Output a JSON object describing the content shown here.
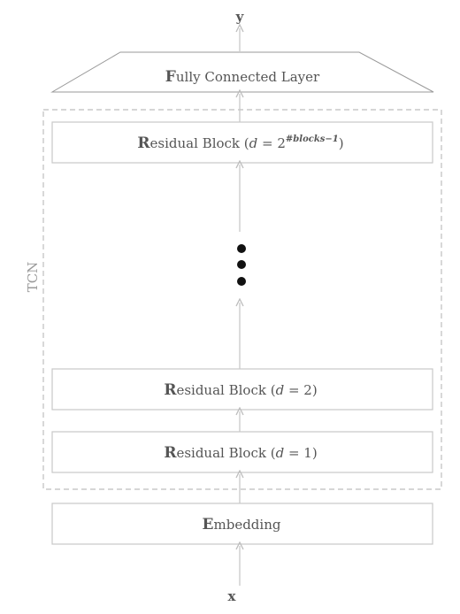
{
  "output_label": "y",
  "input_label": "x",
  "fc_layer": {
    "first": "F",
    "rest": "ully Connected Layer"
  },
  "tcn_label": "TCN",
  "residual_top": {
    "first": "R",
    "rest": "esidual Block (",
    "var": "d",
    "eq": " = 2",
    "sup": "#blocks−1",
    "close": ")"
  },
  "residual_2": {
    "first": "R",
    "rest": "esidual Block (",
    "var": "d",
    "eq": " = 2)"
  },
  "residual_1": {
    "first": "R",
    "rest": "esidual Block (",
    "var": "d",
    "eq": " = 1)"
  },
  "embedding": {
    "first": "E",
    "rest": "mbedding"
  },
  "colors": {
    "stroke": "#c8c8c8",
    "dashed": "#bdbdbd",
    "text": "#555555",
    "dots": "#111111"
  }
}
